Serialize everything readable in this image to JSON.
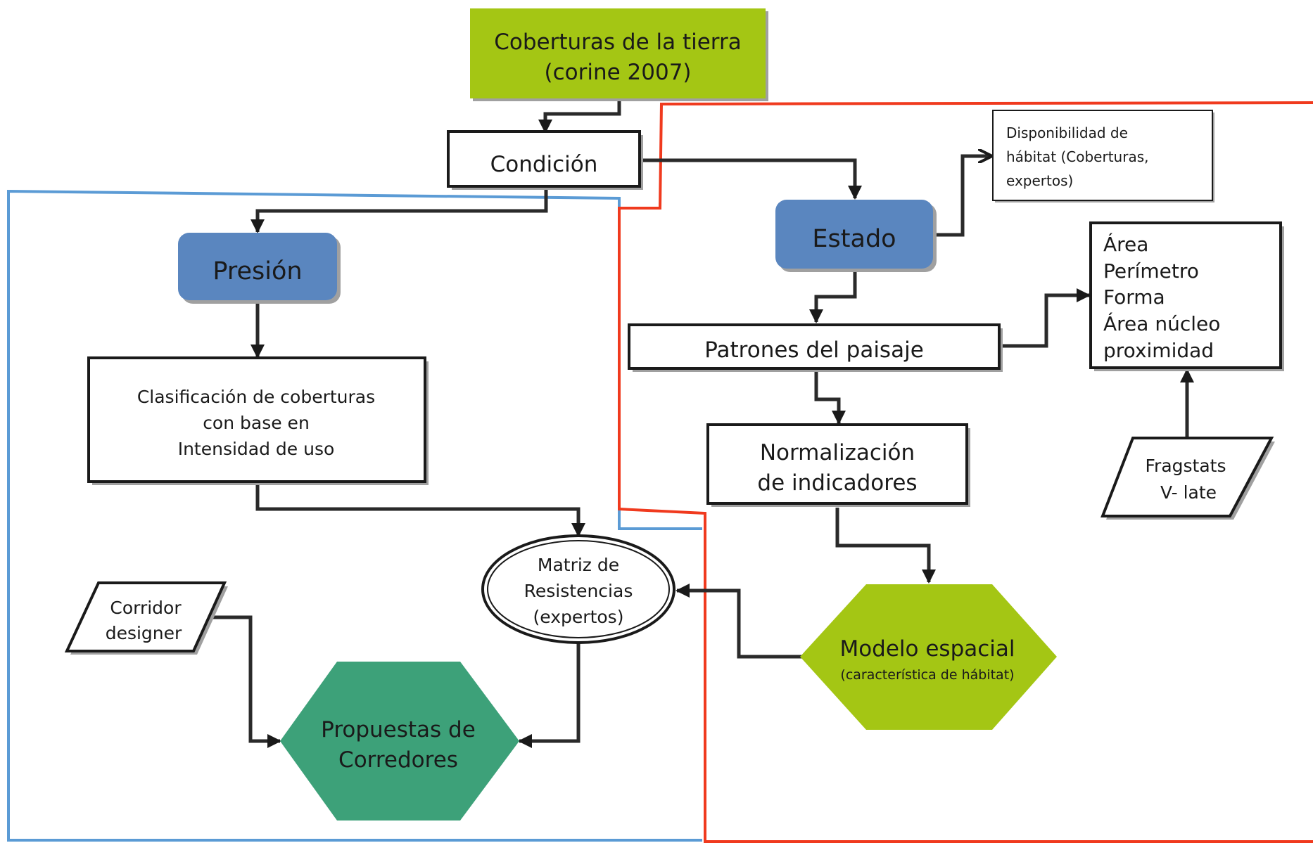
{
  "diagram": {
    "nodes": {
      "coberturas": {
        "lines": [
          "Coberturas de la tierra",
          "(corine 2007)"
        ],
        "fill": "#a4c614"
      },
      "condicion": {
        "lines": [
          "Condición"
        ]
      },
      "presion": {
        "lines": [
          "Presión"
        ],
        "fill": "#5a86bf"
      },
      "clasificacion": {
        "lines": [
          "Clasificación de coberturas",
          "con base en",
          "Intensidad de uso"
        ]
      },
      "estado": {
        "lines": [
          "Estado"
        ],
        "fill": "#5a86bf"
      },
      "disponibilidad": {
        "lines": [
          "Disponibilidad de",
          "hábitat (Coberturas,",
          "expertos)"
        ]
      },
      "patrones": {
        "lines": [
          "Patrones del paisaje"
        ]
      },
      "metricas": {
        "lines": [
          "Área",
          "Perímetro",
          "Forma",
          "Área núcleo",
          "proximidad"
        ]
      },
      "normalizacion": {
        "lines": [
          "Normalización",
          "de indicadores"
        ]
      },
      "fragstats": {
        "lines": [
          "Fragstats",
          "V- late"
        ]
      },
      "matriz": {
        "lines": [
          "Matriz de",
          "Resistencias",
          "(expertos)"
        ]
      },
      "corridor": {
        "lines": [
          "Corridor",
          "designer"
        ]
      },
      "modelo": {
        "title": "Modelo espacial",
        "subtitle": "(característica de hábitat)",
        "fill": "#a4c614"
      },
      "propuestas": {
        "lines": [
          "Propuestas de",
          "Corredores"
        ],
        "fill": "#3da179"
      }
    },
    "regions": {
      "pressure_region_color": "#5b9bd5",
      "state_region_color": "#f03a1e"
    }
  }
}
